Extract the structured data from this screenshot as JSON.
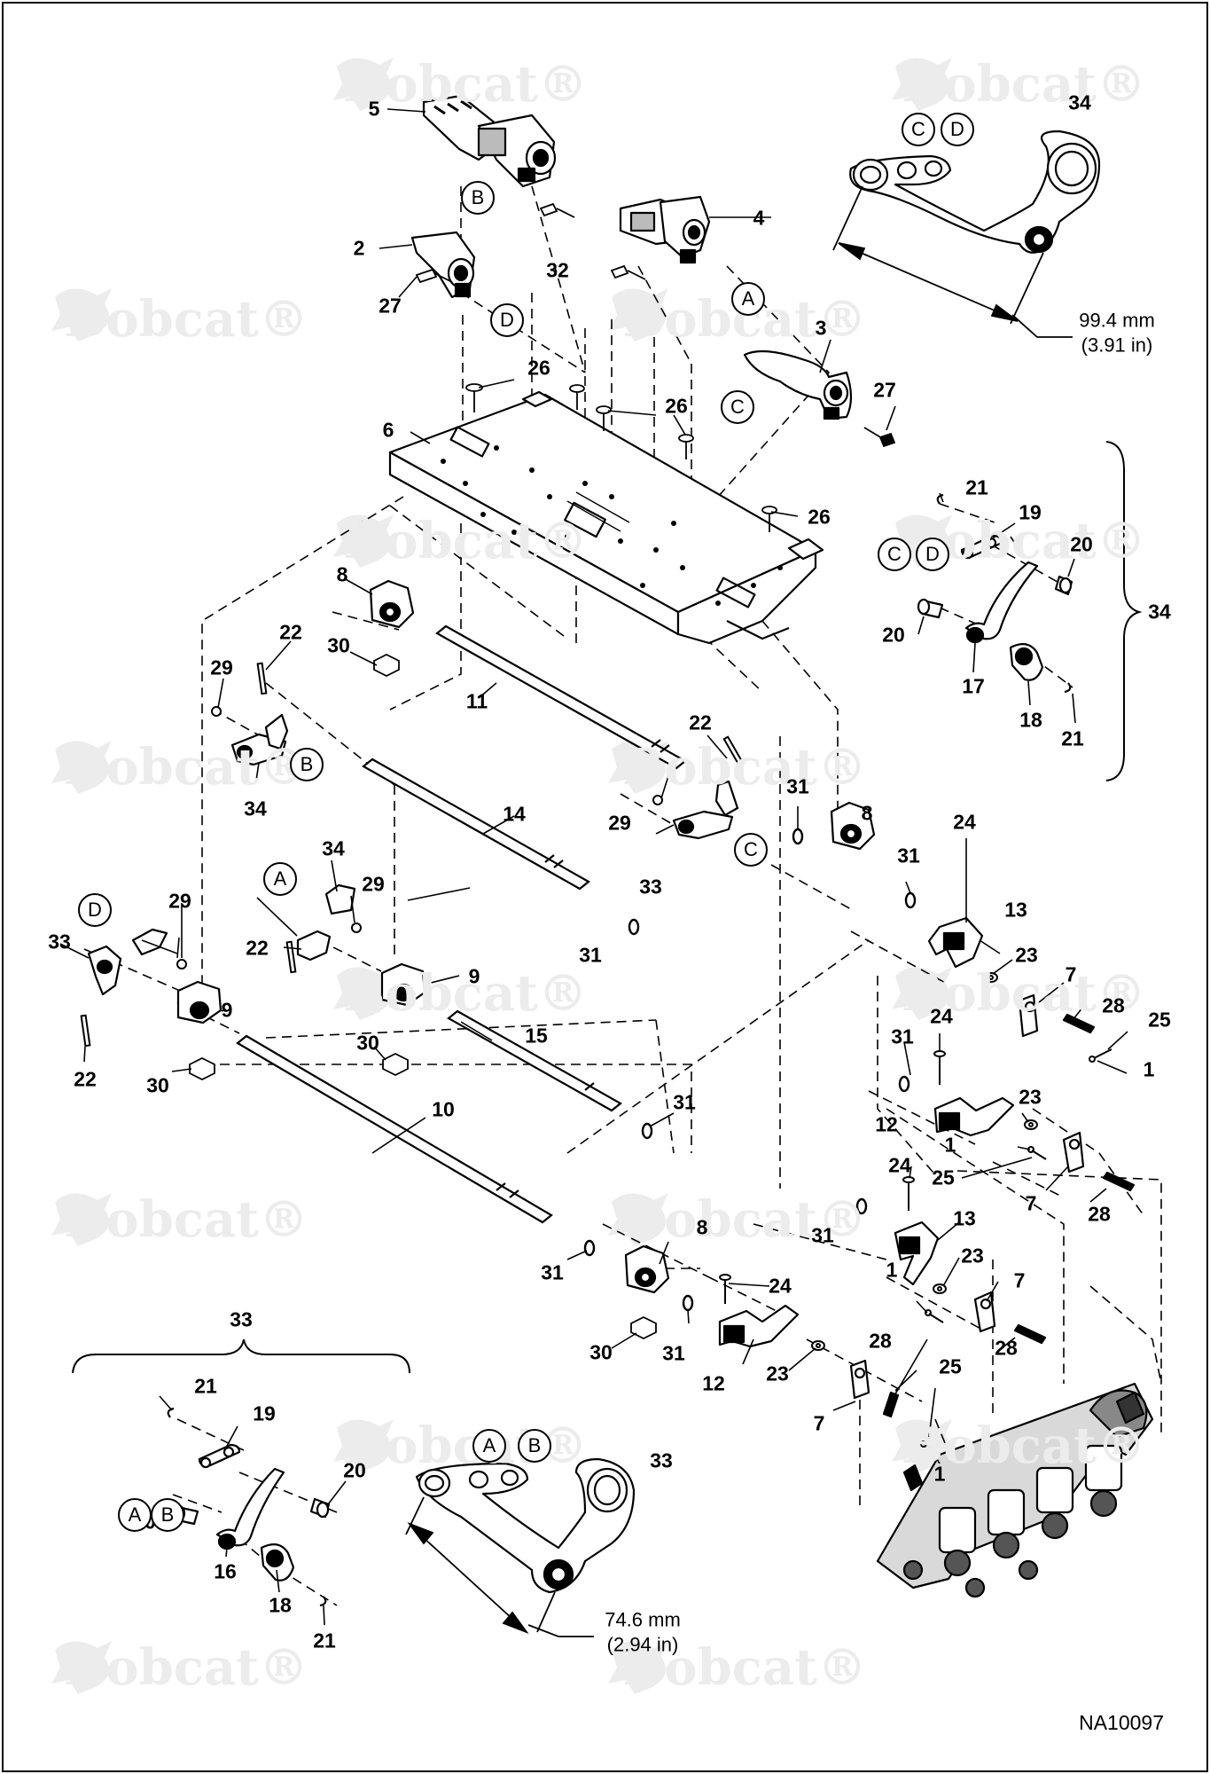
{
  "drawing": {
    "number": "NA10097",
    "watermark_text": "Bobcat",
    "watermark_mark": "®"
  },
  "callouts": [
    "1",
    "2",
    "3",
    "4",
    "5",
    "6",
    "7",
    "8",
    "9",
    "10",
    "11",
    "12",
    "13",
    "14",
    "15",
    "16",
    "17",
    "18",
    "19",
    "20",
    "21",
    "22",
    "23",
    "24",
    "25",
    "26",
    "27",
    "28",
    "29",
    "30",
    "31",
    "32",
    "33",
    "34"
  ],
  "letters": [
    "A",
    "B",
    "C",
    "D"
  ],
  "dimensions": {
    "link_34": {
      "metric": "99.4 mm",
      "imperial": "(3.91 in)"
    },
    "link_33": {
      "metric": "74.6 mm",
      "imperial": "(2.94 in)"
    }
  },
  "groups": {
    "group_34_label": "34",
    "group_33_label": "33"
  }
}
